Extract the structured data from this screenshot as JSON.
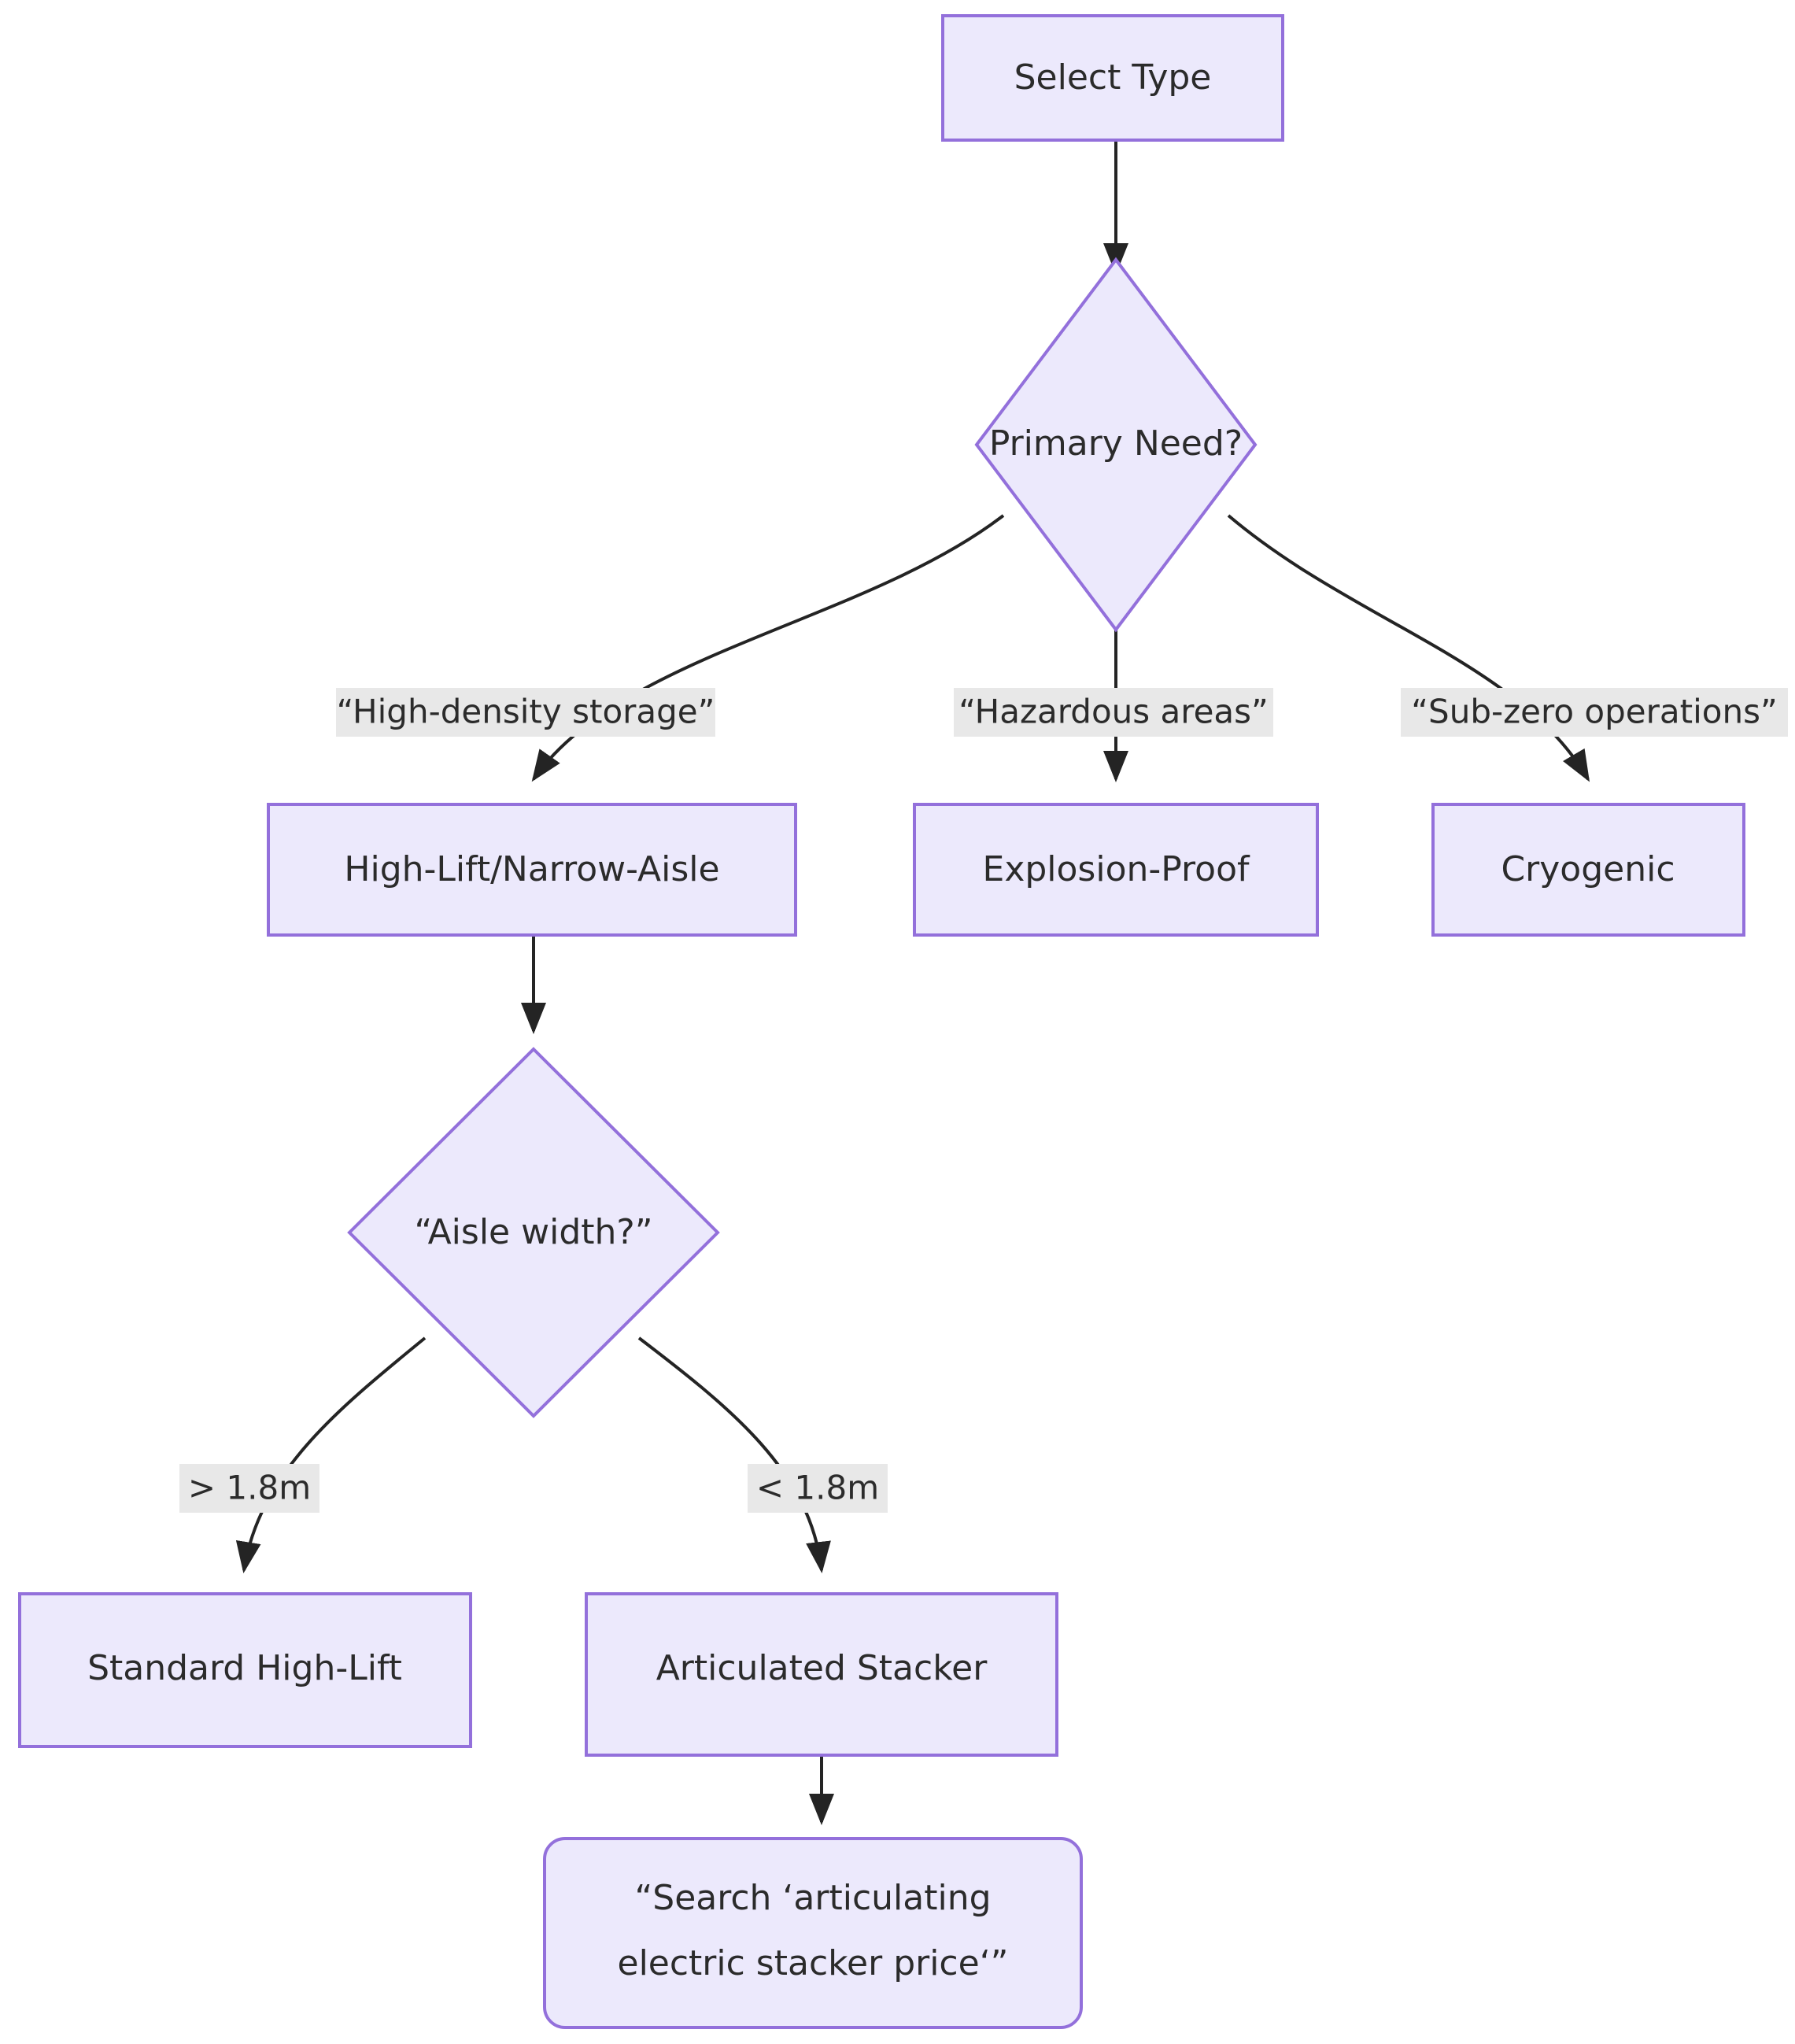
{
  "diagram": {
    "type": "flowchart",
    "direction": "top-down",
    "background_color": "#ffffff",
    "node_fill_color": "#ece9fc",
    "node_border_color": "#9370db",
    "edge_color": "#242424",
    "edge_label_bg_color": "#e8e8e8",
    "text_color": "#2b2b2b",
    "nodes": [
      {
        "id": "select_type",
        "label": "Select Type",
        "shape": "rect"
      },
      {
        "id": "primary_need",
        "label": "Primary Need?",
        "shape": "diamond"
      },
      {
        "id": "high_lift",
        "label": "High-Lift/Narrow-Aisle",
        "shape": "rect"
      },
      {
        "id": "explosion",
        "label": "Explosion-Proof",
        "shape": "rect"
      },
      {
        "id": "cryogenic",
        "label": "Cryogenic",
        "shape": "rect"
      },
      {
        "id": "aisle_width",
        "label": "“Aisle width?”",
        "shape": "diamond"
      },
      {
        "id": "standard",
        "label": "Standard High-Lift",
        "shape": "rect"
      },
      {
        "id": "articulated",
        "label": "Articulated Stacker",
        "shape": "rect"
      },
      {
        "id": "search",
        "label_line1": "“Search ‘articulating",
        "label_line2": "electric stacker price‘”",
        "shape": "rounded-rect"
      }
    ],
    "edges": [
      {
        "from": "select_type",
        "to": "primary_need",
        "label": ""
      },
      {
        "from": "primary_need",
        "to": "high_lift",
        "label": "“High-density storage”"
      },
      {
        "from": "primary_need",
        "to": "explosion",
        "label": "“Hazardous areas”"
      },
      {
        "from": "primary_need",
        "to": "cryogenic",
        "label": "“Sub-zero operations”"
      },
      {
        "from": "high_lift",
        "to": "aisle_width",
        "label": ""
      },
      {
        "from": "aisle_width",
        "to": "standard",
        "label": "> 1.8m"
      },
      {
        "from": "aisle_width",
        "to": "articulated",
        "label": "< 1.8m"
      },
      {
        "from": "articulated",
        "to": "search",
        "label": ""
      }
    ]
  }
}
